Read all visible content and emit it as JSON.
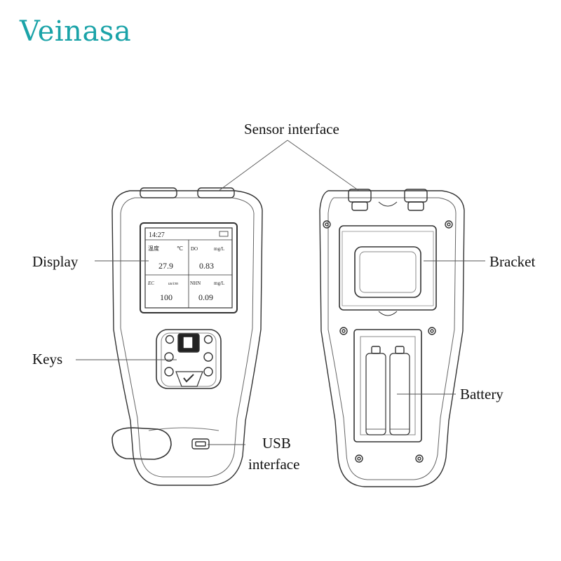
{
  "brand": {
    "name": "Veinasa",
    "color": "#1aa3a8"
  },
  "labels": {
    "sensor_interface": "Sensor interface",
    "display": "Display",
    "keys": "Keys",
    "usb_line1": "USB",
    "usb_line2": "interface",
    "bracket": "Bracket",
    "battery": "Battery"
  },
  "screen": {
    "time": "14:27",
    "cells": [
      {
        "param": "温度",
        "unit": "℃",
        "value": "27.9"
      },
      {
        "param": "DO",
        "unit": "mg/L",
        "value": "0.83"
      },
      {
        "param": "EC",
        "unit": "us/cm",
        "value": "100"
      },
      {
        "param": "NHN",
        "unit": "mg/L",
        "value": "0.09"
      }
    ]
  }
}
